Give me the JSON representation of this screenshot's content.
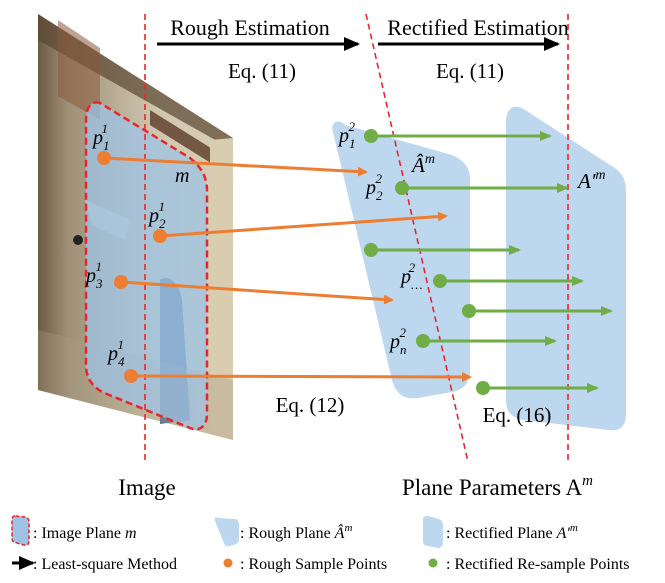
{
  "header": {
    "rough_estimation": "Rough Estimation",
    "rectified_estimation": "Rectified Estimation",
    "eq_rough": "Eq. (11)",
    "eq_rectified": "Eq. (11)"
  },
  "plane_labels": {
    "image_plane": "m",
    "rough_plane": "Â",
    "rough_plane_sup": "m",
    "rectified_plane": "A′",
    "rectified_plane_sup": "m"
  },
  "rough_points": [
    {
      "base": "p",
      "sub": "1",
      "sup": "1"
    },
    {
      "base": "p",
      "sub": "2",
      "sup": "1"
    },
    {
      "base": "p",
      "sub": "3",
      "sup": "1"
    },
    {
      "base": "p",
      "sub": "4",
      "sup": "1"
    }
  ],
  "rectified_points": [
    {
      "base": "p",
      "sub": "1",
      "sup": "2"
    },
    {
      "base": "p",
      "sub": "2",
      "sup": "2"
    },
    {
      "base": "p",
      "sub": "…",
      "sup": "2"
    },
    {
      "base": "p",
      "sub": "n",
      "sup": "2"
    }
  ],
  "equations": {
    "eq_12": "Eq. (12)",
    "eq_16": "Eq. (16)"
  },
  "captions": {
    "image": "Image",
    "plane_parameters": "Plane Parameters A",
    "plane_parameters_sup": "m"
  },
  "legend": {
    "image_plane": ": Image Plane ",
    "image_plane_var": "m",
    "rough_plane": ": Rough Plane ",
    "rough_plane_var": "Â",
    "rough_plane_sup": "m",
    "rectified_plane": ": Rectified Plane ",
    "rectified_plane_var": "A′",
    "rectified_plane_sup": "m",
    "least_square": ": Least-square Method",
    "rough_sample": ": Rough Sample Points",
    "rectified_resample": ": Rectified Re-sample Points"
  },
  "colors": {
    "orange": "#ED7D31",
    "green": "#70AD47",
    "plane_blue": "#BDD7EE",
    "dashed_red": "#E8262A"
  }
}
